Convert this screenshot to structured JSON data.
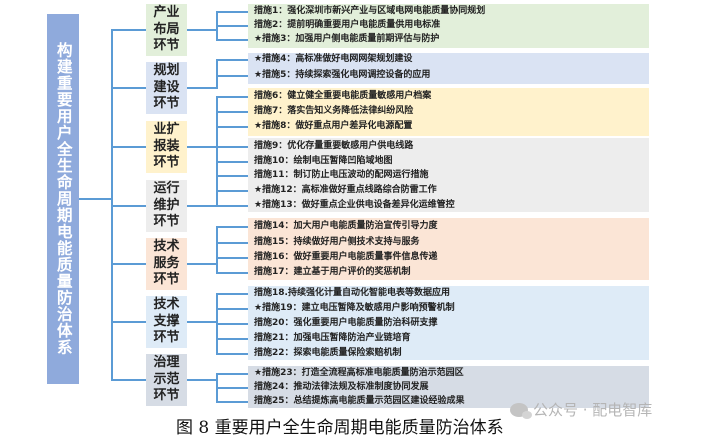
{
  "diagram": {
    "root_title": "构建重要用户全生命周期电能质量防治体系",
    "stages": [
      {
        "label": "产业\n布局\n环节",
        "bg": "#e2efda"
      },
      {
        "label": "规划\n建设\n环节",
        "bg": "#dae3f3"
      },
      {
        "label": "业扩\n报装\n环节",
        "bg": "#fff2cc"
      },
      {
        "label": "运行\n维护\n环节",
        "bg": "#ededed"
      },
      {
        "label": "技术\n服务\n环节",
        "bg": "#fbe5d6"
      },
      {
        "label": "技术\n支撑\n环节",
        "bg": "#deebf7"
      },
      {
        "label": "治理\n示范\n环节",
        "bg": "#d6dce5"
      }
    ],
    "measure_groups": [
      {
        "bg": "#e2efda",
        "items": [
          "措施1：强化深圳市新兴产业与区域电网电能质量协同规划",
          "措施2：提前明确重要用户电能质量供用电标准",
          "★措施3：加强用户侧电能质量前期评估与防护"
        ]
      },
      {
        "bg": "#dae3f3",
        "items": [
          "★措施4：高标准做好电网网架规划建设",
          "★措施5：持续探索强化电网调控设备的应用"
        ]
      },
      {
        "bg": "#fff2cc",
        "items": [
          "措施6：健立健全重要电能质量敏感用户档案",
          "措施7：落实告知义务降低法律纠纷风险",
          "★措施8：做好重点用户差异化电源配置"
        ]
      },
      {
        "bg": "#ededed",
        "items": [
          "措施9：优化存量重要敏感用户供电线路",
          "措施10：绘制电压暂降凹陷域地图",
          "措施11：制订防止电压波动的配网运行措施",
          "★措施12：高标准做好重点线路综合防雷工作",
          "★措施13：做好重点企业供电设备差异化运维管控"
        ]
      },
      {
        "bg": "#fbe5d6",
        "items": [
          "措施14：加大用户电能质量防治宣传引导力度",
          "措施15：持续做好用户侧技术支持与服务",
          "措施16：做好重要用户电能质量事件信息传递",
          "措施17：建立基于用户评价的奖惩机制"
        ]
      },
      {
        "bg": "#deebf7",
        "items": [
          "措施18.持续强化计量自动化智能电表等数据应用",
          "★措施19：建立电压暂降及敏感用户影响预警机制",
          "措施20：强化重要用户电能质量防治科研支撑",
          "措施21：加强电压暂降防治产业链培育",
          "措施22：探索电能质量保险索赔机制"
        ]
      },
      {
        "bg": "#d6dce5",
        "items": [
          "★措施23：打造全流程高标准电能质量防治示范园区",
          "措施24：推动法律法规及标准制度协同发展",
          "措施25：总结提炼高电能质量示范园区建设经验成果"
        ]
      }
    ],
    "connector_color": "#5b9bd5",
    "title_box_color": "#8faadc"
  },
  "caption": "图 8  重要用户全生命周期电能质量防治体系",
  "watermark": "公众号 · 配电智库"
}
